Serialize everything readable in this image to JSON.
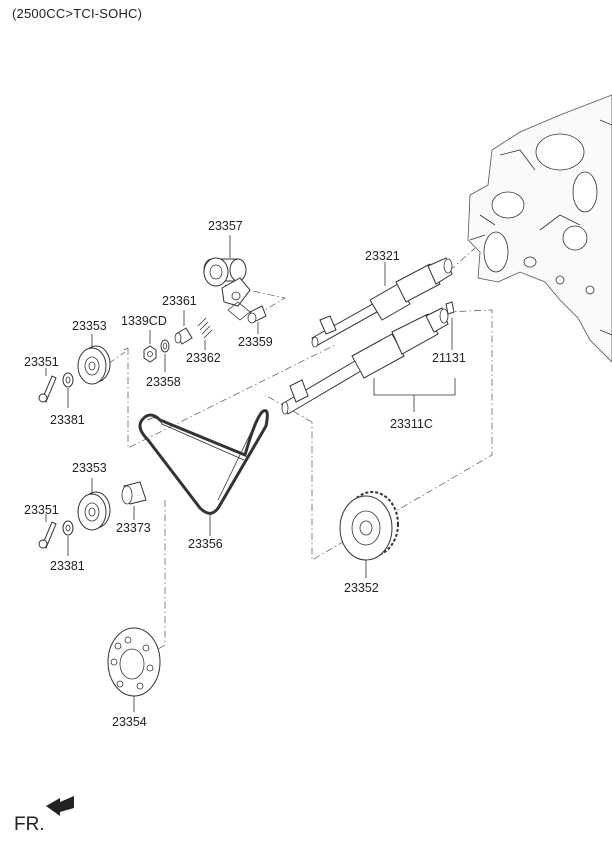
{
  "header": {
    "engine_spec": "(2500CC>TCI-SOHC)"
  },
  "footer": {
    "direction_label": "FR."
  },
  "parts": {
    "tensioner": "23357",
    "balance_shaft_upper": "23321",
    "tensioner_stud": "23361",
    "nut": "1339CD",
    "tensioner_bolt": "23359",
    "tensioner_spring": "23362",
    "spring_washer": "23358",
    "pulley_upper": "23353",
    "bolt_upper": "23351",
    "washer_upper": "23381",
    "pin": "21131",
    "balance_shaft_lower": "23311C",
    "pulley_lower": "23353",
    "spacer": "23373",
    "bolt_lower": "23351",
    "washer_lower": "23381",
    "timing_belt": "23356",
    "crank_sprocket": "23352",
    "flange": "23354"
  }
}
